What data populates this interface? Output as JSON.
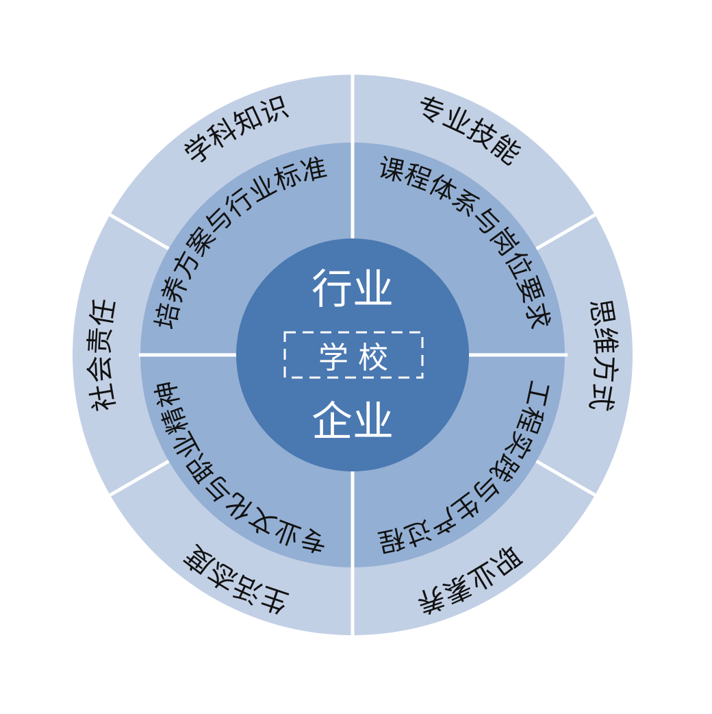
{
  "center": {
    "top": "行业",
    "middle": "学 校",
    "bottom": "企业"
  },
  "middle_ring": {
    "top_left": "培养方案与行业标准",
    "top_right": "课程体系与岗位要求",
    "bottom_right": "工程实践与生产过程",
    "bottom_left": "专业文化与职业精神"
  },
  "outer_ring": [
    "专业技能",
    "思维方式",
    "职业素养",
    "生活态度",
    "社会责任",
    "学科知识"
  ],
  "colors": {
    "outer": "#c2d0e5",
    "middle": "#93afd3",
    "core": "#4a78b1",
    "divider": "#ffffff"
  }
}
